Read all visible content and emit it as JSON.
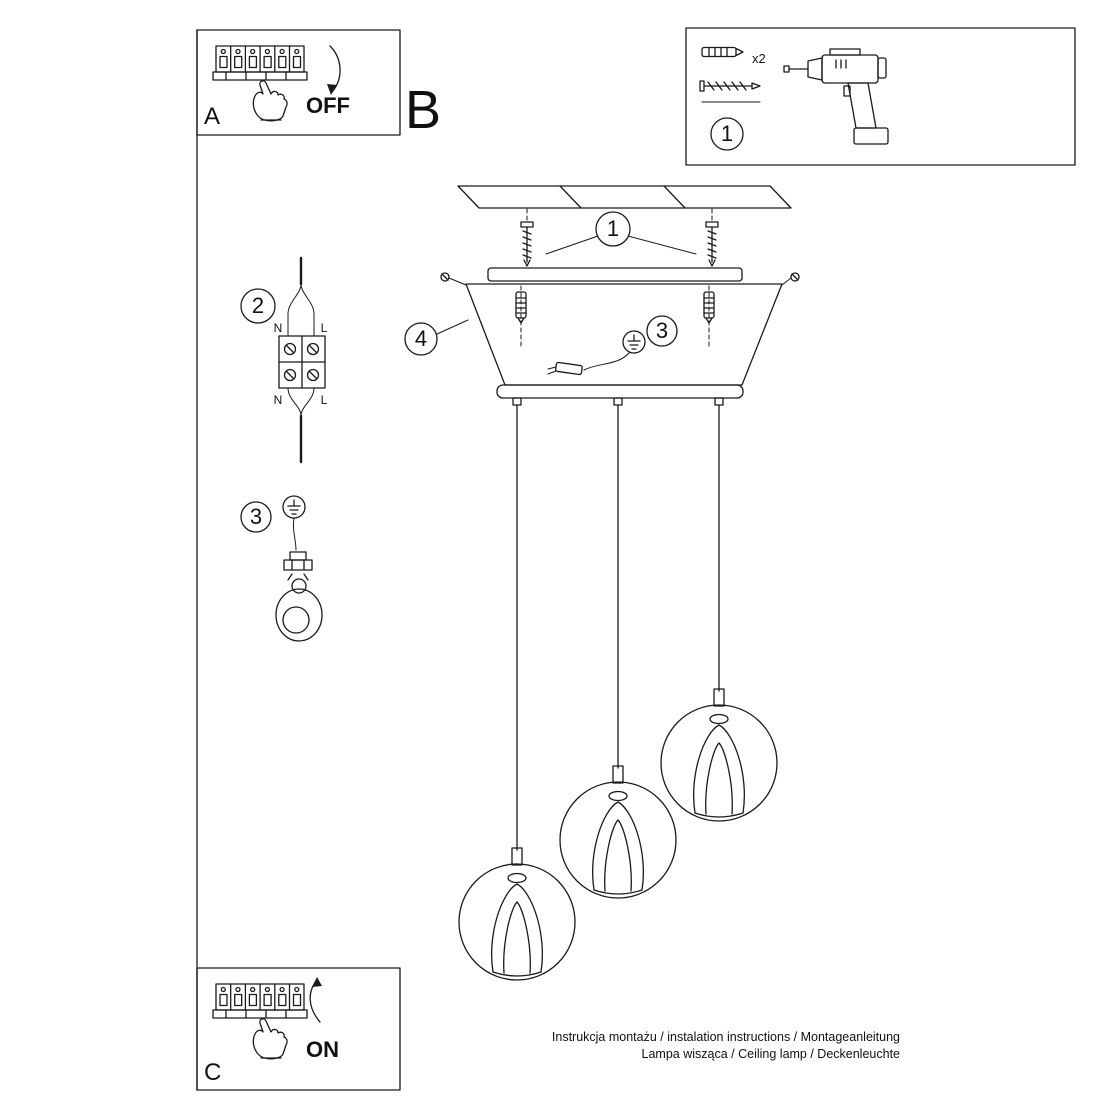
{
  "colors": {
    "ink": "#1a1a1a",
    "paper": "#ffffff"
  },
  "panel_a": {
    "label": "A",
    "action": "OFF"
  },
  "section_b": {
    "label": "B"
  },
  "tools_panel": {
    "step": "1",
    "anchor_count": "x2"
  },
  "callouts": {
    "screws": "1",
    "canopy": "4",
    "ground": "3"
  },
  "wiring_step": {
    "step": "2",
    "labels": {
      "n_top": "N",
      "l_top": "L",
      "n_bottom": "N",
      "l_bottom": "L"
    }
  },
  "ground_step": {
    "step": "3"
  },
  "panel_c": {
    "label": "C",
    "action": "ON"
  },
  "footer": {
    "line1": "Instrukcja montażu / instalation instructions / Montageanleitung",
    "line2": "Lampa wisząca / Ceiling lamp / Deckenleuchte"
  }
}
